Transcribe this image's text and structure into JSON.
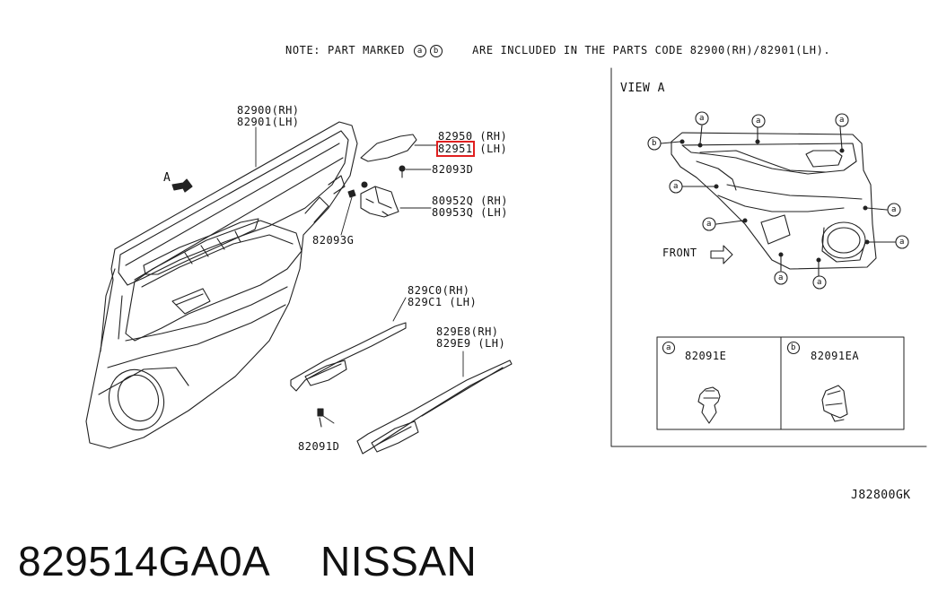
{
  "note": {
    "prefix": "NOTE: PART MARKED",
    "mark_a": "a",
    "mark_b": "b",
    "suffix": "ARE INCLUDED IN THE PARTS CODE 82900(RH)/82901(LH)."
  },
  "view_a": {
    "title": "VIEW  A",
    "front_label": "FRONT",
    "marker_a": "a",
    "marker_b": "b"
  },
  "arrow_label": "A",
  "parts": {
    "p82900": "82900(RH)",
    "p82901": "82901(LH)",
    "p82950": "82950 (RH)",
    "p82951_code": "82951",
    "p82951_side": "(LH)",
    "p82093d": "82093D",
    "p80952q": "80952Q (RH)",
    "p80953q": "80953Q (LH)",
    "p82093g": "82093G",
    "p829c0": "829C0(RH)",
    "p829c1": "829C1 (LH)",
    "p829e8": "829E8(RH)",
    "p829e9": "829E9 (LH)",
    "p82091d": "82091D"
  },
  "fasteners": [
    {
      "mark": "a",
      "code": "82091E"
    },
    {
      "mark": "b",
      "code": "82091EA"
    }
  ],
  "diagram_code": "J82800GK",
  "footer": {
    "part_number": "829514GA0A",
    "brand": "NISSAN"
  },
  "colors": {
    "highlight": "#e02020",
    "line": "#222222"
  }
}
